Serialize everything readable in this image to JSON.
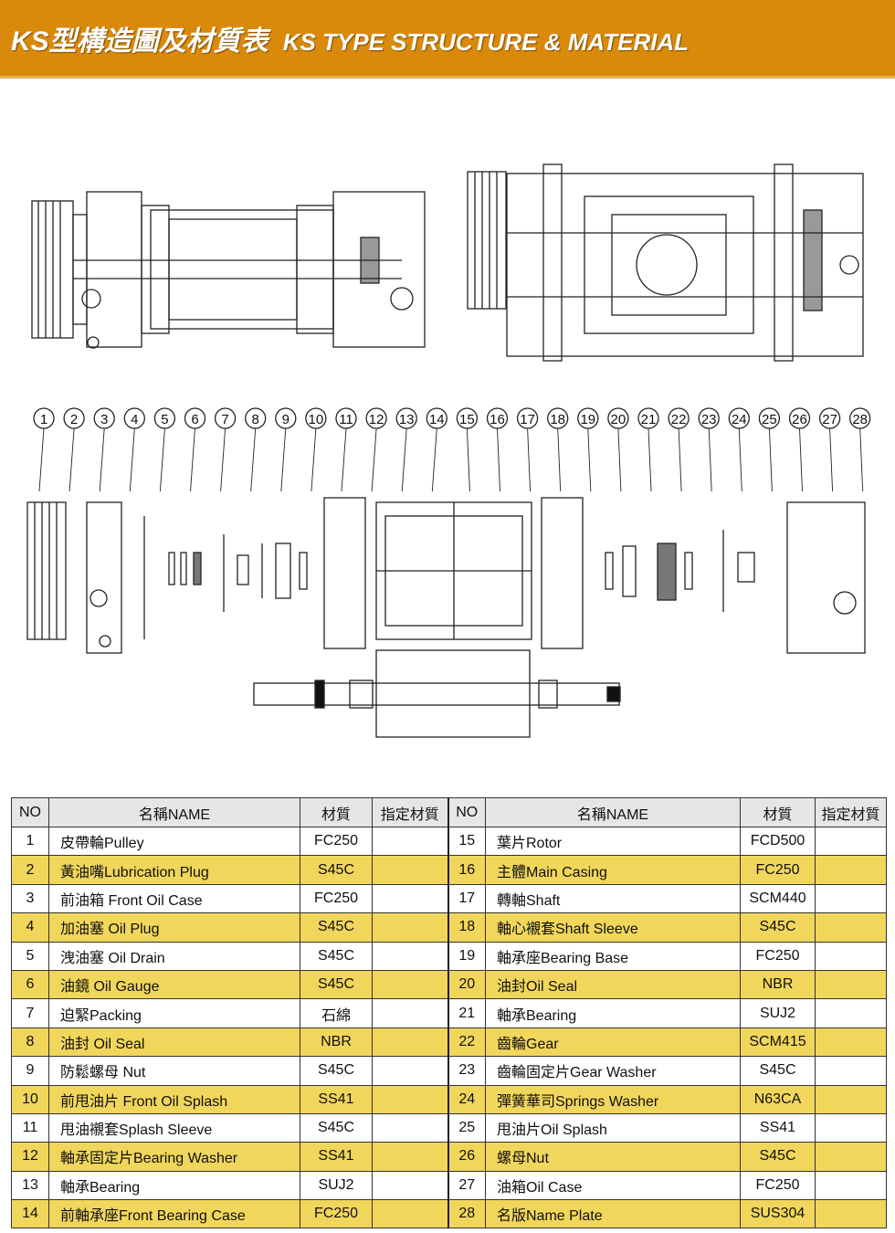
{
  "header": {
    "title_cn": "KS型構造圖及材質表",
    "title_en": "KS TYPE STRUCTURE & MATERIAL"
  },
  "table": {
    "headers": [
      "NO",
      "名稱NAME",
      "材質",
      "指定材質"
    ],
    "rows": [
      {
        "no": "1",
        "name": "皮帶輪Pulley",
        "mat": "FC250",
        "spec": ""
      },
      {
        "no": "2",
        "name": "黃油嘴Lubrication Plug",
        "mat": "S45C",
        "spec": ""
      },
      {
        "no": "3",
        "name": "前油箱 Front Oil Case",
        "mat": "FC250",
        "spec": ""
      },
      {
        "no": "4",
        "name": "加油塞 Oil Plug",
        "mat": "S45C",
        "spec": ""
      },
      {
        "no": "5",
        "name": "洩油塞 Oil Drain",
        "mat": "S45C",
        "spec": ""
      },
      {
        "no": "6",
        "name": "油鏡 Oil Gauge",
        "mat": "S45C",
        "spec": ""
      },
      {
        "no": "7",
        "name": "迫緊Packing",
        "mat": "石綿",
        "spec": ""
      },
      {
        "no": "8",
        "name": "油封 Oil Seal",
        "mat": "NBR",
        "spec": ""
      },
      {
        "no": "9",
        "name": "防鬆螺母 Nut",
        "mat": "S45C",
        "spec": ""
      },
      {
        "no": "10",
        "name": "前甩油片 Front Oil Splash",
        "mat": "SS41",
        "spec": ""
      },
      {
        "no": "11",
        "name": "甩油襯套Splash Sleeve",
        "mat": "S45C",
        "spec": ""
      },
      {
        "no": "12",
        "name": "軸承固定片Bearing Washer",
        "mat": "SS41",
        "spec": ""
      },
      {
        "no": "13",
        "name": "軸承Bearing",
        "mat": "SUJ2",
        "spec": ""
      },
      {
        "no": "14",
        "name": "前軸承座Front Bearing Case",
        "mat": "FC250",
        "spec": ""
      },
      {
        "no": "15",
        "name": "葉片Rotor",
        "mat": "FCD500",
        "spec": ""
      },
      {
        "no": "16",
        "name": "主體Main Casing",
        "mat": "FC250",
        "spec": ""
      },
      {
        "no": "17",
        "name": "轉軸Shaft",
        "mat": "SCM440",
        "spec": ""
      },
      {
        "no": "18",
        "name": "軸心襯套Shaft Sleeve",
        "mat": "S45C",
        "spec": ""
      },
      {
        "no": "19",
        "name": "軸承座Bearing Base",
        "mat": "FC250",
        "spec": ""
      },
      {
        "no": "20",
        "name": "油封Oil Seal",
        "mat": "NBR",
        "spec": ""
      },
      {
        "no": "21",
        "name": "軸承Bearing",
        "mat": "SUJ2",
        "spec": ""
      },
      {
        "no": "22",
        "name": "齒輪Gear",
        "mat": "SCM415",
        "spec": ""
      },
      {
        "no": "23",
        "name": "齒輪固定片Gear Washer",
        "mat": "S45C",
        "spec": ""
      },
      {
        "no": "24",
        "name": "彈簧華司Springs Washer",
        "mat": "N63CA",
        "spec": ""
      },
      {
        "no": "25",
        "name": "甩油片Oil Splash",
        "mat": "SS41",
        "spec": ""
      },
      {
        "no": "26",
        "name": "螺母Nut",
        "mat": "S45C",
        "spec": ""
      },
      {
        "no": "27",
        "name": "油箱Oil Case",
        "mat": "FC250",
        "spec": ""
      },
      {
        "no": "28",
        "name": "名版Name Plate",
        "mat": "SUS304",
        "spec": ""
      }
    ]
  },
  "callouts": [
    "1",
    "2",
    "3",
    "4",
    "5",
    "6",
    "7",
    "8",
    "9",
    "10",
    "11",
    "12",
    "13",
    "14",
    "15",
    "16",
    "17",
    "18",
    "19",
    "20",
    "21",
    "22",
    "23",
    "24",
    "25",
    "26",
    "27",
    "28"
  ]
}
